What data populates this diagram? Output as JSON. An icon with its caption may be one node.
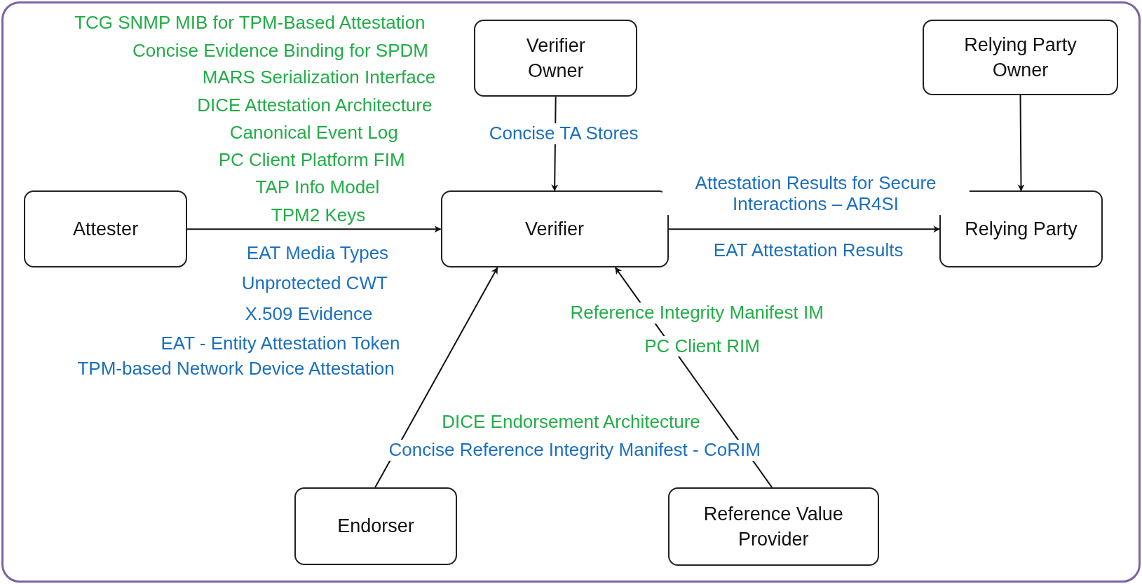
{
  "diagram": {
    "nodes": [
      {
        "text": [
          "Verifier Owner"
        ]
      },
      {
        "text": [
          "Relying Party Owner"
        ]
      },
      {
        "text": [
          "Attester"
        ]
      },
      {
        "text": [
          "Verifier"
        ]
      },
      {
        "text": [
          "Relying Party"
        ]
      },
      {
        "text": [
          "Endorser"
        ]
      },
      {
        "text": [
          "Reference Value Provider"
        ]
      }
    ],
    "edges": [
      {
        "from": 2,
        "to": 3,
        "arrow": "to"
      },
      {
        "from": 0,
        "to": 3,
        "arrow": "to"
      },
      {
        "from": 3,
        "to": 4,
        "arrow": "to"
      },
      {
        "from": 1,
        "to": 4,
        "arrow": "to"
      },
      {
        "from": 5,
        "to": 3,
        "arrow": "to"
      },
      {
        "from": 6,
        "to": 3,
        "arrow": "to"
      }
    ],
    "labels": [
      "TCG SNMP MIB for TPM-Based Attestation",
      "Concise Evidence Binding for SPDM",
      "MARS Serialization Interface",
      "DICE Attestation Architecture",
      "Canonical Event Log",
      "PC Client Platform FIM",
      "TAP Info Model",
      "TPM2 Keys",
      "EAT Media Types",
      "Unprotected CWT",
      "X.509 Evidence",
      "EAT - Entity Attestation Token",
      "TPM-based Network Device Attestation",
      "Concise TA Stores",
      "Attestation Results for Secure Interactions – AR4SI",
      "EAT Attestation Results",
      "Reference Integrity Manifest IM",
      "PC Client RIM",
      "DICE Endorsement Architecture",
      "Concise Reference Integrity Manifest - CoRIM"
    ]
  }
}
